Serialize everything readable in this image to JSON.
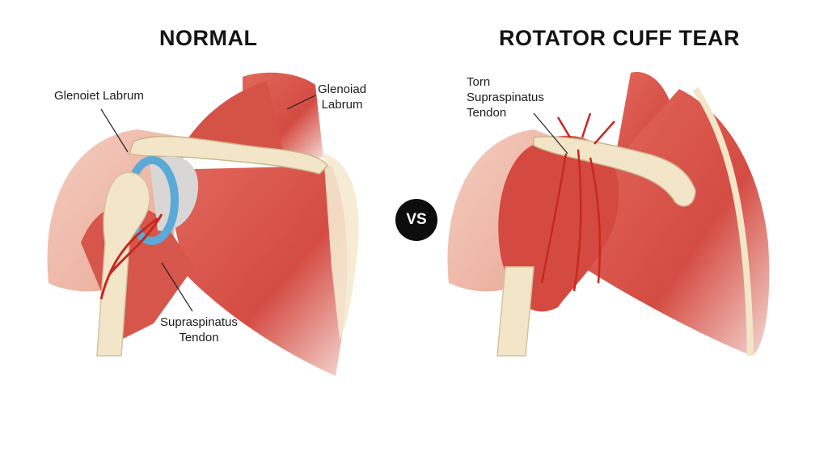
{
  "normal": {
    "title": "NORMAL",
    "labels": {
      "glenoid_labrum_left": "Glenoiet Labrum",
      "glenoid_labrum_right_line1": "Glenoiad",
      "glenoid_labrum_right_line2": "Labrum",
      "supraspinatus_line1": "Supraspinatus",
      "supraspinatus_line2": "Tendon"
    }
  },
  "vs_badge": "VS",
  "tear": {
    "title": "ROTATOR CUFF TEAR",
    "labels": {
      "torn_line1": "Torn",
      "torn_line2": "Supraspinatus",
      "torn_line3": "Tendon"
    }
  },
  "colors": {
    "muscle": "#d9544a",
    "skin": "#f1c2b2",
    "bone": "#f3e6c8",
    "labrum": "#5aa9d6",
    "vessel": "#c8281e"
  }
}
